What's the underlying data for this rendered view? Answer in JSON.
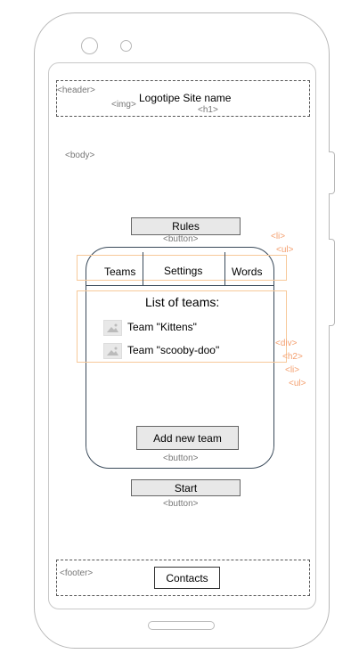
{
  "header": {
    "tag": "<header>",
    "img_tag": "<img>",
    "h1_tag": "<h1>",
    "title": "Logotipe Site name"
  },
  "body_tag": "<body>",
  "rules_button": {
    "label": "Rules",
    "tag": "<button>"
  },
  "tabs": {
    "li_tag": "<li>",
    "ul_tag": "<ul>",
    "items": [
      {
        "label": "Teams"
      },
      {
        "label": "Settings"
      },
      {
        "label": "Words"
      }
    ]
  },
  "teams_list": {
    "heading": "List of teams:",
    "teams": [
      {
        "name": "Team \"Kittens\""
      },
      {
        "name": "Team \"scooby-doo\""
      }
    ],
    "div_tag": "<div>",
    "h2_tag": "<h2>",
    "li_tag": "<li>",
    "ul_tag": "<ul>"
  },
  "add_team_button": {
    "label": "Add new team",
    "tag": "<button>"
  },
  "start_button": {
    "label": "Start",
    "tag": "<button>"
  },
  "footer": {
    "tag": "<footer>",
    "contacts_label": "Contacts"
  },
  "colors": {
    "annotation": "#f4a070",
    "outline": "#3a4a5a",
    "device": "#b8b8b8"
  }
}
